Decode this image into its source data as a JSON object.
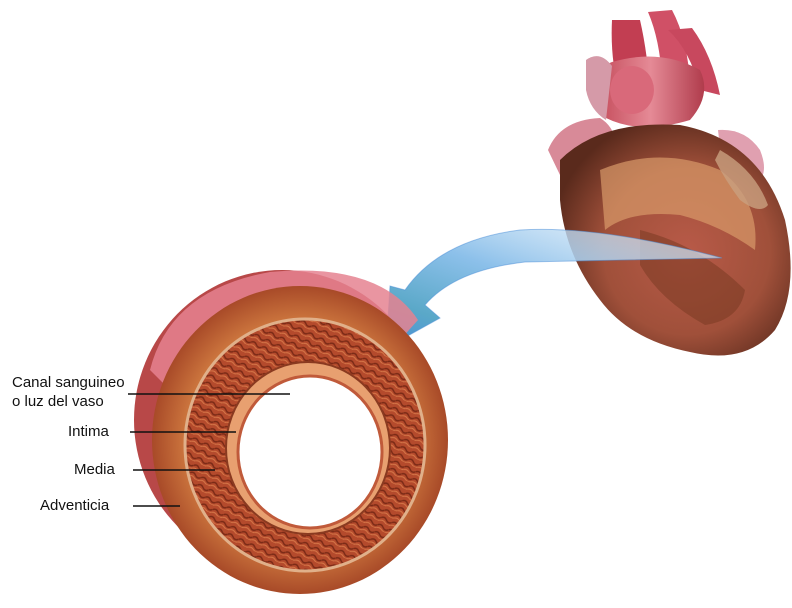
{
  "diagram": {
    "labels": {
      "lumen_line1": "Canal sanguineo",
      "lumen_line2": "o luz del vaso",
      "intima": "Intima",
      "media": "Media",
      "adventitia": "Adventicia"
    },
    "colors": {
      "background": "#ffffff",
      "adventitia": "#c8703c",
      "media": "#b4482a",
      "intima": "#e0a878",
      "arrow": "#7fb8e6",
      "heart": "#c96a52"
    }
  }
}
